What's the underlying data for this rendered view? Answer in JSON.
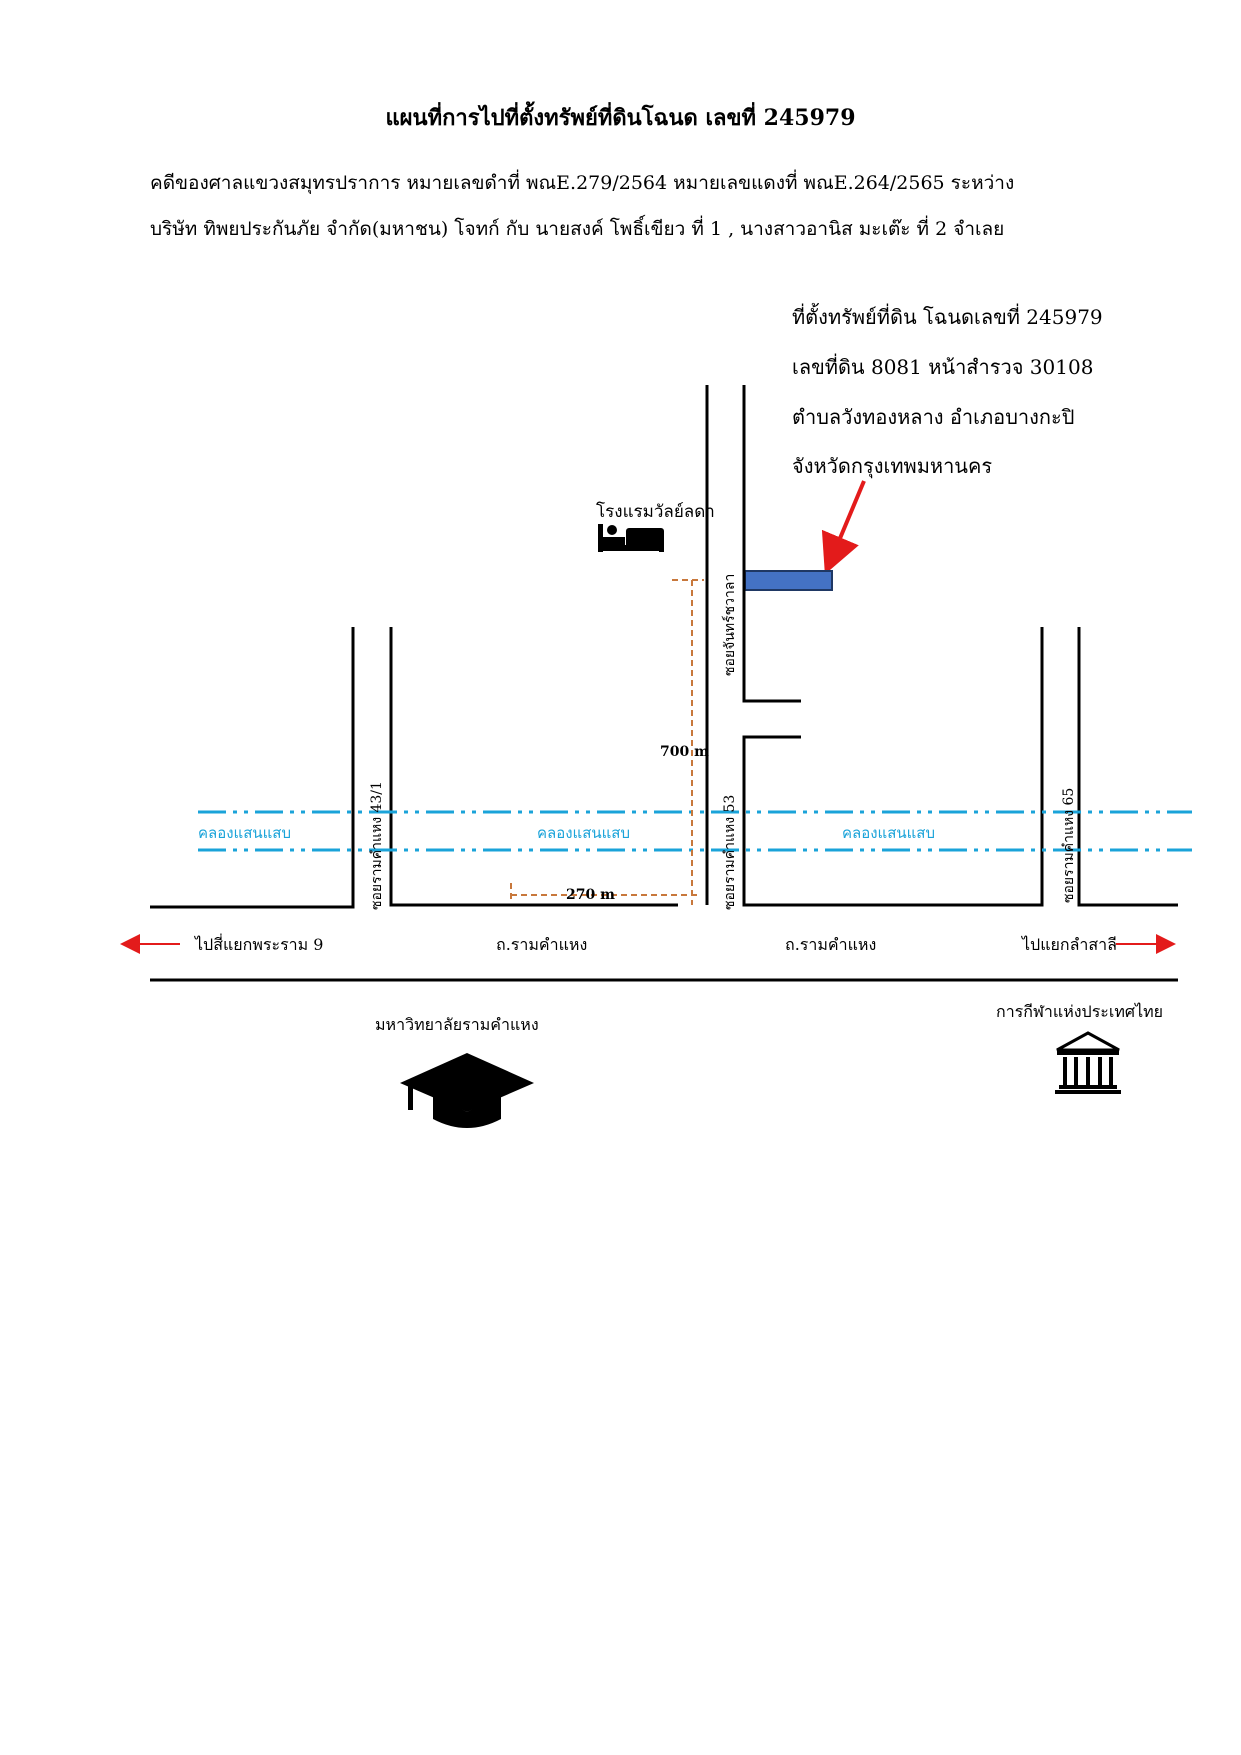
{
  "header": {
    "title": "แผนที่การไปที่ตั้งทรัพย์ที่ดินโฉนด เลขที่  245979",
    "case_line_1": "คดีของศาลแขวงสมุทรปราการ  หมายเลขดำที่ พณE.279/2564   หมายเลขแดงที่ พณE.264/2565   ระหว่าง",
    "case_line_2": "บริษัท ทิพยประกันภัย จำกัด(มหาชน) โจทก์ กับ  นายสงค์  โพธิ์เขียว ที่ 1 , นางสาวอานิส มะเต๊ะ ที่ 2  จำเลย"
  },
  "property_info": {
    "line_1": "ที่ตั้งทรัพย์ที่ดิน โฉนดเลขที่ 245979",
    "line_2": "เลขที่ดิน 8081  หน้าสำรวจ 30108",
    "line_3": "ตำบลวังทองหลาง  อำเภอบางกะปิ",
    "line_4": "จังหวัดกรุงเทพมหานคร"
  },
  "landmarks": {
    "hotel": "โรงแรมวัลย์ลดา",
    "university": "มหาวิทยาลัยรามคำแหง",
    "sports_authority": "การกีฬาแห่งประเทศไทย"
  },
  "roads": {
    "soi_43_1": "ซอยรามคำแหง 43/1",
    "soi_53": "ซอยรามคำแหง 53",
    "soi_chan": "ซอยจันทร์ชวาลา",
    "soi_65": "ซอยรามคำแหง 65",
    "main_left": "ถ.รามคำแหง",
    "main_right": "ถ.รามคำแหง",
    "to_left": "ไปสี่แยกพระราม 9",
    "to_right": "ไปแยกลำสาลี"
  },
  "canal": {
    "label_1": "คลองแสนแสบ",
    "label_2": "คลองแสนแสบ",
    "label_3": "คลองแสนแสบ"
  },
  "distances": {
    "vertical": "700 m",
    "horizontal": "270 m"
  },
  "colors": {
    "canal": "#1aa3d9",
    "dimension": "#c8783c",
    "arrow": "#e31b1b",
    "plot_fill": "#4472c4",
    "plot_stroke": "#1f3864"
  },
  "icons": {
    "hotel": "bed-icon",
    "university": "graduation-cap-icon",
    "sports": "building-columns-icon",
    "arrow_left": "arrow-left-icon",
    "arrow_right": "arrow-right-icon"
  }
}
